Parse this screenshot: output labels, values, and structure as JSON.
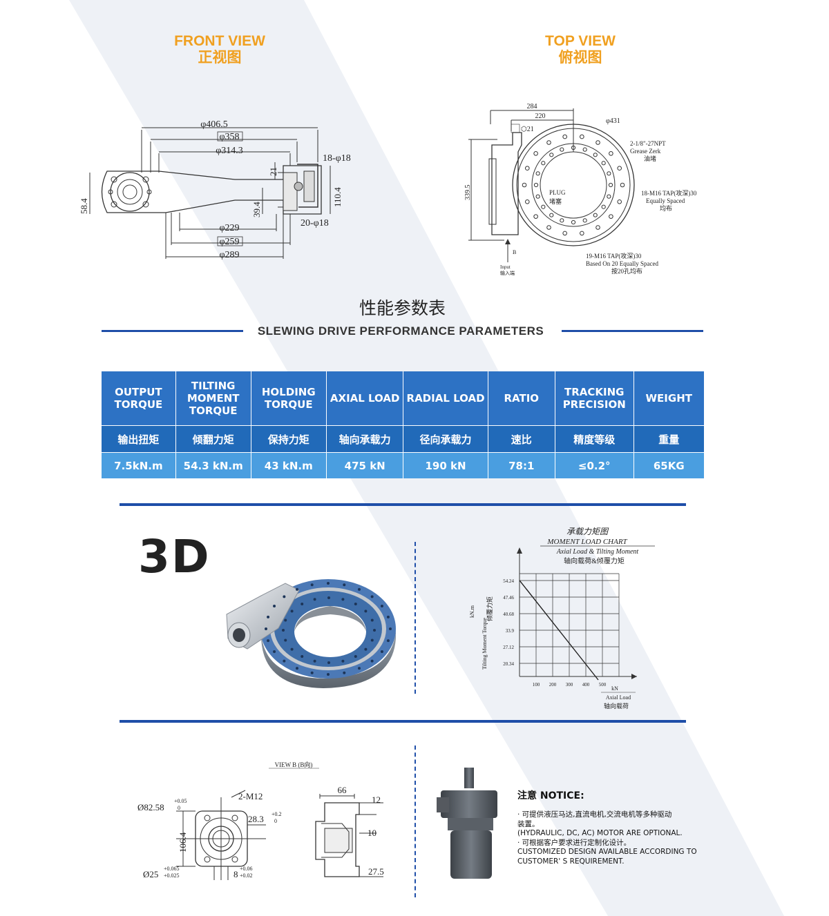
{
  "front_view": {
    "title_en": "FRONT VIEW",
    "title_cn": "正视图",
    "dims": {
      "d4065": "φ406.5",
      "d358": "φ358",
      "d3143": "φ314.3",
      "d18": "18-φ18",
      "d21": "21",
      "d1104": "110.4",
      "d584": "58.4",
      "d394": "39.4",
      "d20": "20-φ18",
      "d229": "φ229",
      "d259": "φ259",
      "d289": "φ289"
    }
  },
  "top_view": {
    "title_en": "TOP VIEW",
    "title_cn": "俯视图",
    "dims": {
      "d284": "284",
      "d220": "220",
      "d431": "φ431",
      "d21": "⬡21",
      "grease1": "2-1/8\"-27NPT",
      "grease2": "Grease Zerk",
      "grease3": "油堵",
      "m16a": "18-M16 TAP(攻深)30",
      "m16b": "Equally Spaced",
      "m16c": "均布",
      "plug1": "PLUG",
      "plug2": "堵塞",
      "d3395": "339.5",
      "b": "B",
      "m16d": "19-M16 TAP(攻深)30",
      "m16e": "Based On 20 Equally Spaced",
      "m16f": "按20孔均布",
      "input1": "Input",
      "input2": "输入端"
    }
  },
  "performance": {
    "title_cn": "性能参数表",
    "title_en": "SLEWING DRIVE PERFORMANCE PARAMETERS",
    "headers_en": [
      "OUTPUT\nTORQUE",
      "TILTING\nMOMENT\nTORQUE",
      "HOLDING\nTORQUE",
      "AXIAL LOAD",
      "RADIAL LOAD",
      "RATIO",
      "TRACKING\nPRECISION",
      "WEIGHT"
    ],
    "headers_cn": [
      "输出扭矩",
      "倾翻力矩",
      "保持力矩",
      "轴向承载力",
      "径向承载力",
      "速比",
      "精度等级",
      "重量"
    ],
    "values": [
      "7.5kN.m",
      "54.3 kN.m",
      "43 kN.m",
      "475 kN",
      "190 kN",
      "78:1",
      "≤0.2°",
      "65KG"
    ]
  },
  "model_3d": {
    "label": "3D"
  },
  "chart_data": {
    "type": "line",
    "title": "承载力矩图",
    "subtitle": "MOMENT LOAD CHART",
    "subtitle2": "Axial Load & Tilting Moment",
    "subtitle3": "轴向载荷&倾覆力矩",
    "xlabel": "Axial Load",
    "xlabel_unit": "kN",
    "xlabel_cn": "轴向载荷",
    "ylabel": "Tilting Moment Torque",
    "ylabel_unit": "kN.m",
    "ylabel_cn": "倾覆力矩",
    "x_ticks": [
      "100",
      "200",
      "300",
      "400",
      "500"
    ],
    "y_ticks": [
      "54.24",
      "47.46",
      "40.68",
      "33.9",
      "27.12",
      "20.34"
    ],
    "grid": true,
    "series": [
      {
        "x": [
          0,
          475
        ],
        "y": [
          54.3,
          13.56
        ]
      }
    ]
  },
  "view_b": {
    "title": "VIEW B (B向)",
    "dims": {
      "d8258": "Ø82.58",
      "tol1a": "+0.05",
      "tol1b": "0",
      "m12": "2-M12",
      "d283": "28.3",
      "tol2a": "+0.2",
      "tol2b": "0",
      "d1064": "106.4",
      "d25": "Ø25",
      "tol3a": "+0.065",
      "tol3b": "+0.025",
      "d8": "8",
      "tol4a": "+0.06",
      "tol4b": "+0.02",
      "d66": "66",
      "d12": "12",
      "d10": "10",
      "d275": "27.5"
    }
  },
  "notice": {
    "title": "注意 NOTICE:",
    "lines": [
      "· 可提供液压马达,直流电机,交流电机等多种驱动",
      "装置。",
      "(HYDRAULIC, DC, AC) MOTOR ARE OPTIONAL.",
      "· 可根据客户要求进行定制化设计。",
      "CUSTOMIZED DESIGN AVAILABLE ACCORDING TO",
      "CUSTOMER' S REQUIREMENT."
    ]
  },
  "colors": {
    "accent_orange": "#f0a020",
    "brand_blue": "#1e4ea8",
    "table_header": "#2d72c4",
    "table_value": "#4a9ee0"
  }
}
